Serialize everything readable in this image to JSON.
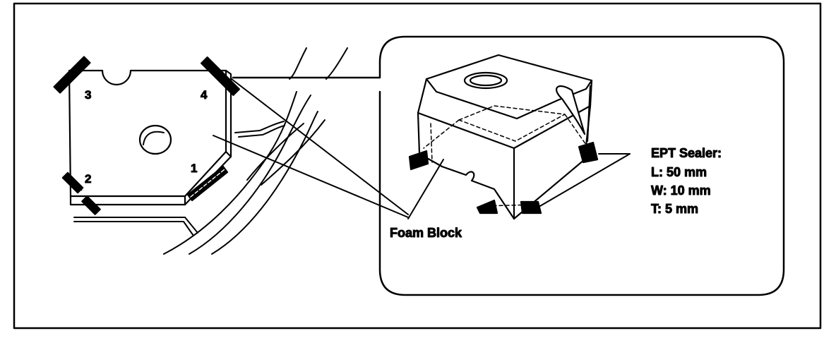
{
  "figure": {
    "corner_numbers": [
      "3",
      "4",
      "2",
      "1"
    ],
    "callout_part": "Foam Block",
    "sealer": {
      "title": "EPT Sealer:",
      "length": "L: 50 mm",
      "width": "W: 10 mm",
      "thickness": "T: 5 mm"
    }
  }
}
